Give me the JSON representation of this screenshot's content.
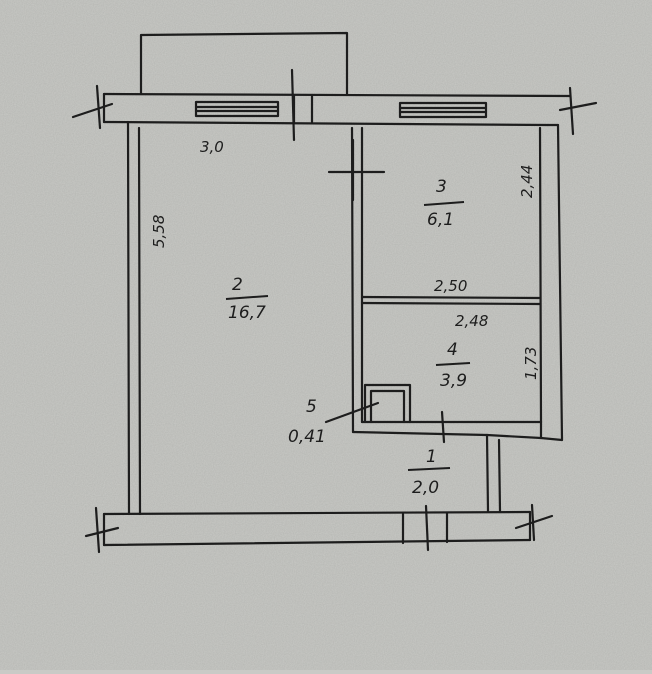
{
  "paper_color": "#c9cac6",
  "ink_color": "#1d1d1d",
  "rooms": [
    {
      "number": "2",
      "area": "16,7"
    },
    {
      "number": "3",
      "area": "6,1"
    },
    {
      "number": "4",
      "area": "3,9"
    },
    {
      "number": "5",
      "area": "0,41"
    },
    {
      "number": "1",
      "area": "2,0"
    }
  ],
  "dimensions": {
    "room2_width": "3,0",
    "room2_length": "5,58",
    "room3_height": "2,44",
    "room3_width": "2,50",
    "room4_width": "2,48",
    "room4_height": "1,73"
  }
}
